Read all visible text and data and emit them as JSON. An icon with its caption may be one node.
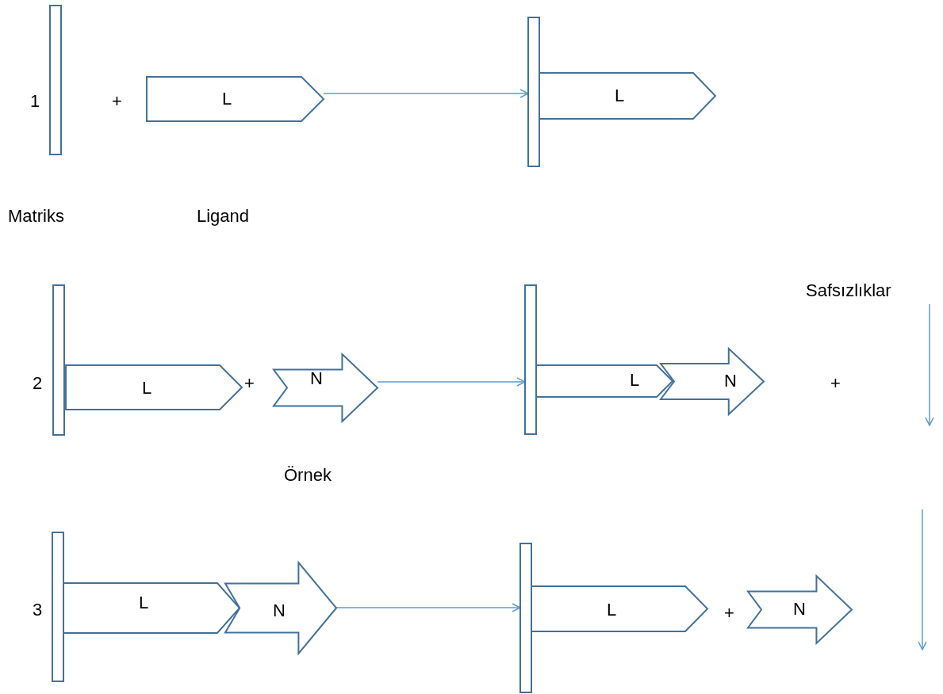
{
  "diagram": {
    "nodes": [
      {
        "text": [],
        "shape": "bar"
      },
      {
        "text": [
          "L"
        ]
      },
      {
        "text": [],
        "shape": "bar"
      },
      {
        "text": [
          "L"
        ]
      },
      {
        "text": [],
        "shape": "bar"
      },
      {
        "text": [
          "L"
        ]
      },
      {
        "text": [
          "N"
        ]
      },
      {
        "text": [],
        "shape": "bar"
      },
      {
        "text": [
          "L"
        ]
      },
      {
        "text": [
          "N"
        ]
      },
      {
        "text": [
          "Safsızlıklar"
        ]
      },
      {
        "text": [],
        "shape": "bar"
      },
      {
        "text": [
          "L"
        ]
      },
      {
        "text": [
          "N"
        ]
      },
      {
        "text": [],
        "shape": "bar"
      },
      {
        "text": [
          "L"
        ]
      },
      {
        "text": [
          "N"
        ]
      }
    ],
    "edges": [
      {
        "from": 1,
        "to": 2,
        "arrow": "to"
      },
      {
        "from": 6,
        "to": 7,
        "arrow": "to"
      },
      {
        "from": 13,
        "to": 14,
        "arrow": "to"
      },
      {
        "from": 10,
        "to": null,
        "arrow": "to"
      }
    ],
    "labels": [
      "1",
      "+",
      "Matriks",
      "Ligand",
      "2",
      "+",
      "+",
      "Örnek",
      "3",
      "+"
    ]
  }
}
